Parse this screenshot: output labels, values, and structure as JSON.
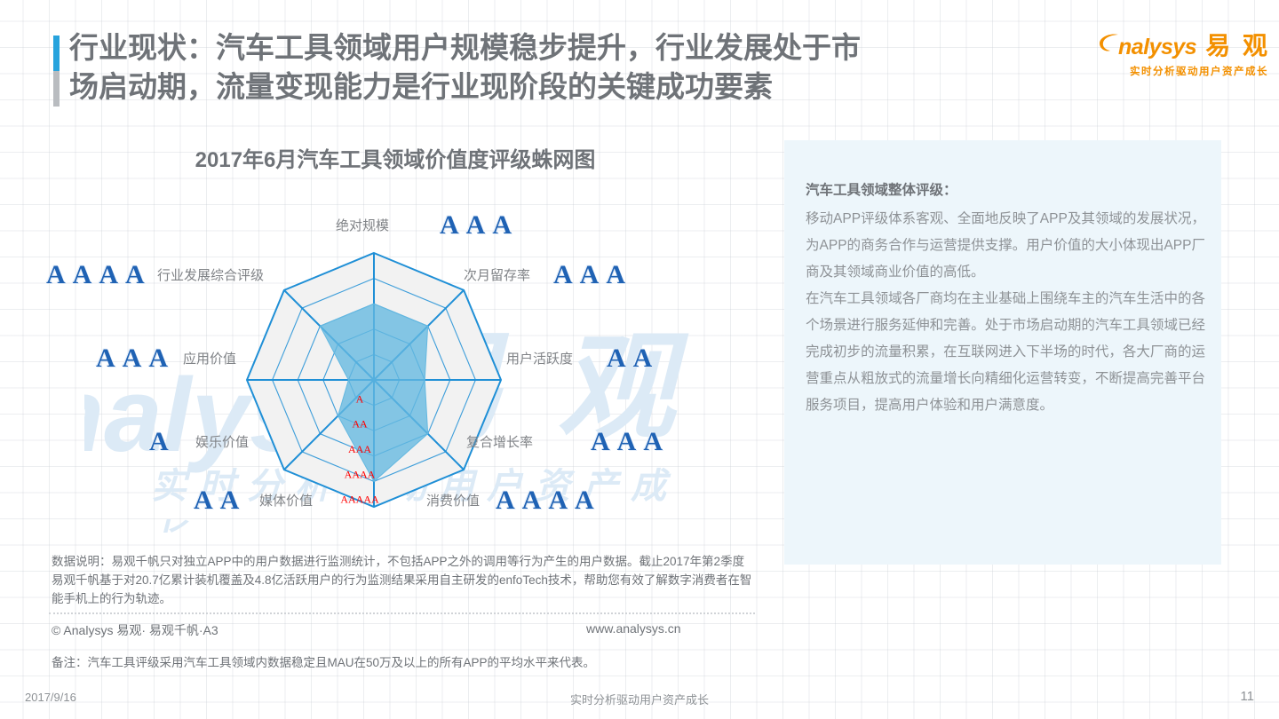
{
  "header": {
    "title": "行业现状：汽车工具领域用户规模稳步提升，行业发展处于市\n场启动期，流量变现能力是行业现阶段的关键成功要素",
    "accent_color": "#27a3dd",
    "title_color": "#6f7378"
  },
  "logo": {
    "wordmark": "nalysys",
    "cn": "易 观",
    "tagline": "实时分析驱动用户资产成长",
    "color": "#f39000"
  },
  "chart": {
    "title": "2017年6月汽车工具领域价值度评级蛛网图",
    "scale_labels": [
      "A",
      "AA",
      "AAA",
      "AAAA",
      "AAAAA"
    ],
    "scale_color": "#ff0000",
    "web_color": "#1f8fd6",
    "fill_color": "#64b8e0"
  },
  "chart_data": {
    "type": "radar",
    "title": "2017年6月汽车工具领域价值度评级蛛网图",
    "scale_min": 0,
    "scale_max": 5,
    "scale_ticks": [
      "A",
      "AA",
      "AAA",
      "AAAA",
      "AAAAA"
    ],
    "categories": [
      "绝对规模",
      "次月留存率",
      "用户活跃度",
      "复合增长率",
      "消费价值",
      "媒体价值",
      "娱乐价值",
      "应用价值",
      "行业发展综合评级"
    ],
    "axes": [
      {
        "name": "绝对规模",
        "rating": "AAA",
        "value": 3,
        "angle_deg": -90
      },
      {
        "name": "次月留存率",
        "rating": "AAA",
        "value": 3,
        "angle_deg": -45
      },
      {
        "name": "用户活跃度",
        "rating": "AA",
        "value": 2,
        "angle_deg": 0
      },
      {
        "name": "复合增长率",
        "rating": "AAA",
        "value": 3,
        "angle_deg": 45
      },
      {
        "name": "消费价值",
        "rating": "AAAA",
        "value": 4,
        "angle_deg": 90
      },
      {
        "name": "媒体价值",
        "rating": "AA",
        "value": 2,
        "angle_deg": 135
      },
      {
        "name": "娱乐价值",
        "rating": "A",
        "value": 1,
        "angle_deg": 180
      },
      {
        "name": "应用价值",
        "rating": "AAA",
        "value": 3,
        "angle_deg": 225
      }
    ],
    "overall": {
      "name": "行业发展综合评级",
      "rating": "AAAA",
      "value": 4
    },
    "series": [
      {
        "name": "汽车工具领域评级",
        "values": [
          3,
          3,
          2,
          3,
          4,
          2,
          1,
          3
        ]
      }
    ],
    "legend": "none",
    "grid": true
  },
  "watermark": {
    "latin": "nalysys",
    "cn_big": "易 观",
    "cn_small": "实时分析驱动用户资产成长"
  },
  "notes": {
    "data_note": "数据说明：易观千帆只对独立APP中的用户数据进行监测统计，不包括APP之外的调用等行为产生的用户数据。截止2017年第2季度易观千帆基于对20.7亿累计装机覆盖及4.8亿活跃用户的行为监测结果采用自主研发的enfoTech技术，帮助您有效了解数字消费者在智能手机上的行为轨迹。",
    "copyright": "© Analysys 易观· 易观千帆·A3",
    "url": "www.analysys.cn",
    "remark": "备注：汽车工具评级采用汽车工具领域内数据稳定且MAU在50万及以上的所有APP的平均水平来代表。"
  },
  "panel": {
    "heading": "汽车工具领域整体评级：",
    "body": "移动APP评级体系客观、全面地反映了APP及其领域的发展状况，为APP的商务合作与运营提供支撑。用户价值的大小体现出APP厂商及其领域商业价值的高低。\n在汽车工具领域各厂商均在主业基础上围绕车主的汽车生活中的各个场景进行服务延伸和完善。处于市场启动期的汽车工具领域已经完成初步的流量积累，在互联网进入下半场的时代，各大厂商的运营重点从粗放式的流量增长向精细化运营转变，不断提高完善平台服务项目，提高用户体验和用户满意度。",
    "bg_color": "#edf6fb"
  },
  "footer": {
    "date": "2017/9/16",
    "center": "实时分析驱动用户资产成长",
    "page": "11"
  }
}
